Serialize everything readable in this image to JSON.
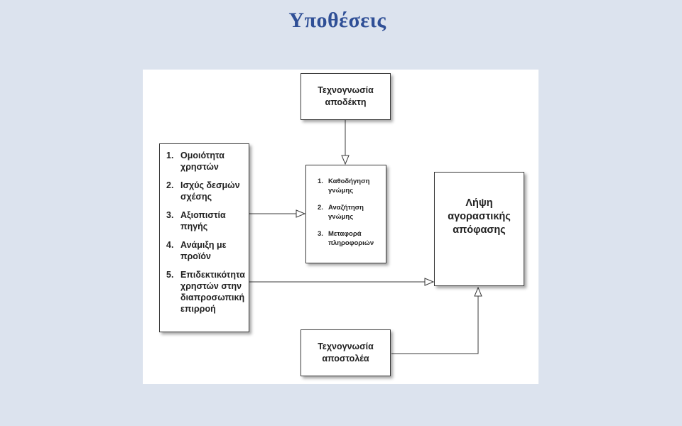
{
  "title": "Υποθέσεις",
  "diagram": {
    "receiver_expertise": "Τεχνογνωσία\nαποδέκτη",
    "sender_expertise": "Τεχνογνωσία\nαποστολέα",
    "decision": "Λήψη\nαγοραστικής\nαπόφασης",
    "factors": [
      {
        "num": "1.",
        "text": "Ομοιότητα χρηστών"
      },
      {
        "num": "2.",
        "text": "Ισχύς δεσμών σχέσης"
      },
      {
        "num": "3.",
        "text": "Αξιοπιστία πηγής"
      },
      {
        "num": "4.",
        "text": "Ανάμιξη με προϊόν"
      },
      {
        "num": "5.",
        "text": "Επιδεκτικότητα χρηστών στην διαπροσωπική επιρροή"
      }
    ],
    "actions": [
      {
        "num": "1.",
        "text": "Καθοδήγηση γνώμης"
      },
      {
        "num": "2.",
        "text": "Αναζήτηση γνώμης"
      },
      {
        "num": "3.",
        "text": "Μεταφορά πληροφοριών"
      }
    ]
  }
}
